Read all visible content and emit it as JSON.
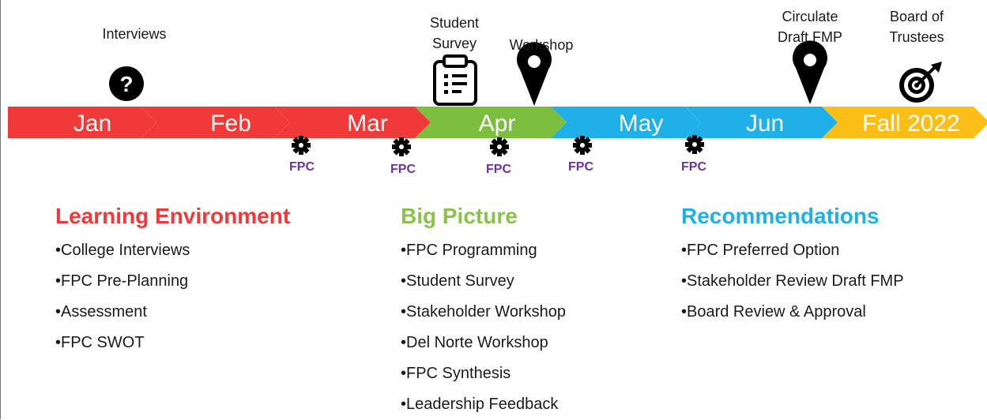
{
  "timeline": {
    "months": [
      {
        "label": "Jan",
        "color": "#f03a3a"
      },
      {
        "label": "Feb",
        "color": "#f03a3a"
      },
      {
        "label": "Mar",
        "color": "#f03a3a"
      },
      {
        "label": "Apr",
        "color": "#7cbf3f"
      },
      {
        "label": "May",
        "color": "#1fb0e8"
      },
      {
        "label": "Jun",
        "color": "#1fb0e8"
      },
      {
        "label": "Fall 2022",
        "color": "#fbbe16"
      }
    ]
  },
  "events": [
    {
      "label": "Interviews",
      "icon": "question-icon"
    },
    {
      "label": "Student\nSurvey",
      "icon": "clipboard-icon"
    },
    {
      "label": "Workshop",
      "icon": "map-pin-icon"
    },
    {
      "label": "Circulate\nDraft FMP",
      "icon": "map-pin-icon"
    },
    {
      "label": "Board of\nTrustees",
      "icon": "target-icon"
    }
  ],
  "meetings": [
    {
      "label": "FPC",
      "icon": "gear-icon"
    },
    {
      "label": "FPC",
      "icon": "gear-icon"
    },
    {
      "label": "FPC",
      "icon": "gear-icon"
    },
    {
      "label": "FPC",
      "icon": "gear-icon"
    },
    {
      "label": "FPC",
      "icon": "gear-icon"
    }
  ],
  "columns": [
    {
      "title": "Learning Environment",
      "color": "#f03a3a",
      "items": [
        "•College Interviews",
        "•FPC Pre-Planning",
        "•Assessment",
        "•FPC SWOT"
      ]
    },
    {
      "title": "Big Picture",
      "color": "#8bc34a",
      "items": [
        "•FPC Programming",
        "•Student Survey",
        "•Stakeholder Workshop",
        "•Del Norte Workshop",
        "•FPC Synthesis",
        "•Leadership Feedback"
      ]
    },
    {
      "title": "Recommendations",
      "color": "#1fb0e8",
      "items": [
        "•FPC Preferred Option",
        "•Stakeholder Review Draft FMP",
        "•Board Review & Approval"
      ]
    }
  ]
}
